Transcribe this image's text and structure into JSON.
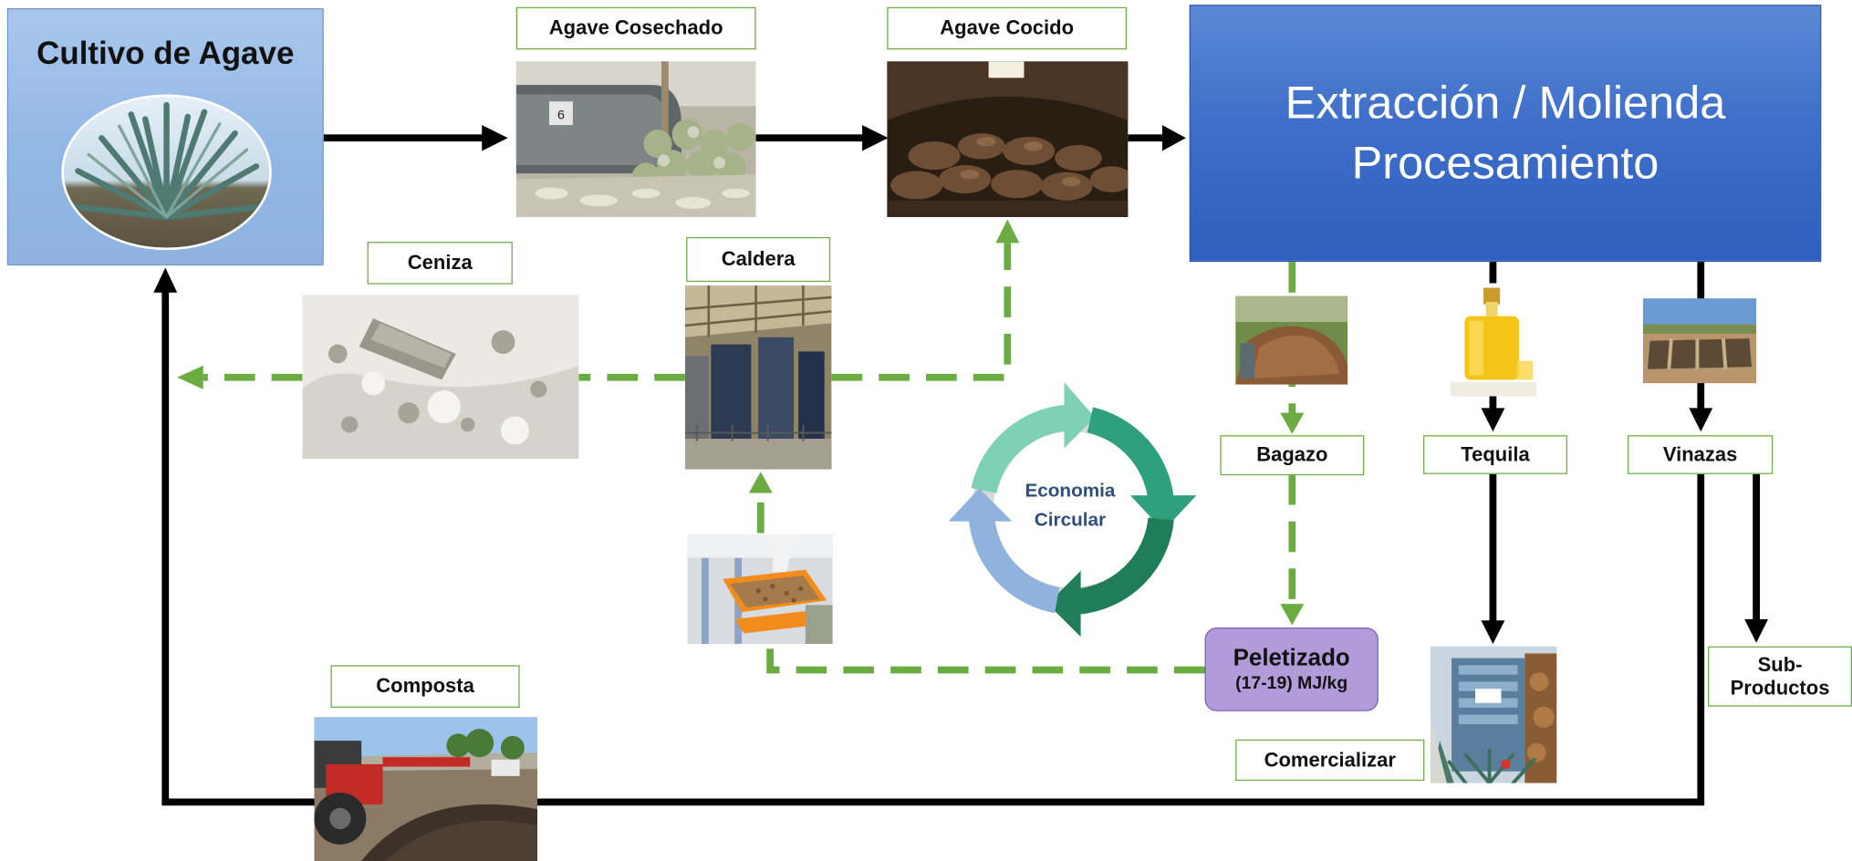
{
  "nodes": {
    "cultivo": "Cultivo de Agave",
    "agave_cosechado": "Agave Cosechado",
    "agave_cocido": "Agave Cocido",
    "extraccion_line1": "Extracción / Molienda",
    "extraccion_line2": "Procesamiento",
    "ceniza": "Ceniza",
    "caldera": "Caldera",
    "bagazo": "Bagazo",
    "tequila": "Tequila",
    "vinazas": "Vinazas",
    "peletizado": "Peletizado",
    "peletizado_energy": "(17-19) MJ/kg",
    "composta": "Composta",
    "comercializar": "Comercializar",
    "subproductos_line1": "Sub-",
    "subproductos_line2": "Productos"
  },
  "cycle": {
    "line1": "Economia",
    "line2": "Circular"
  },
  "images": {
    "agave_plant": "agave plant photo",
    "harvested_pinas": "harvested agave piñas beside oven",
    "cooked_agave": "cooked agave inside oven",
    "ash": "ash photo",
    "boiler": "industrial boiler photo",
    "pellets": "pellet tray photo",
    "bagasse": "bagasse pile photo",
    "tequila_bottle": "tequila bottle photo",
    "vinasse_ponds": "vinasse ponds photo",
    "tequila_building": "tequila building photo",
    "compost": "compost turner photo"
  },
  "colors": {
    "flow_black": "#000000",
    "flow_green": "#6aac42",
    "label_border": "#70ad47",
    "cultivo_fill": "#9dbde6",
    "extraccion_fill": "#3f6fc9",
    "peletizado_fill": "#b19cd9",
    "cycle_light_green": "#7fd1b6",
    "cycle_green": "#2fa07c",
    "cycle_dark_green": "#1f7d5a",
    "cycle_blue": "#8fb3dd",
    "cycle_gray": "#d9d9d9"
  }
}
